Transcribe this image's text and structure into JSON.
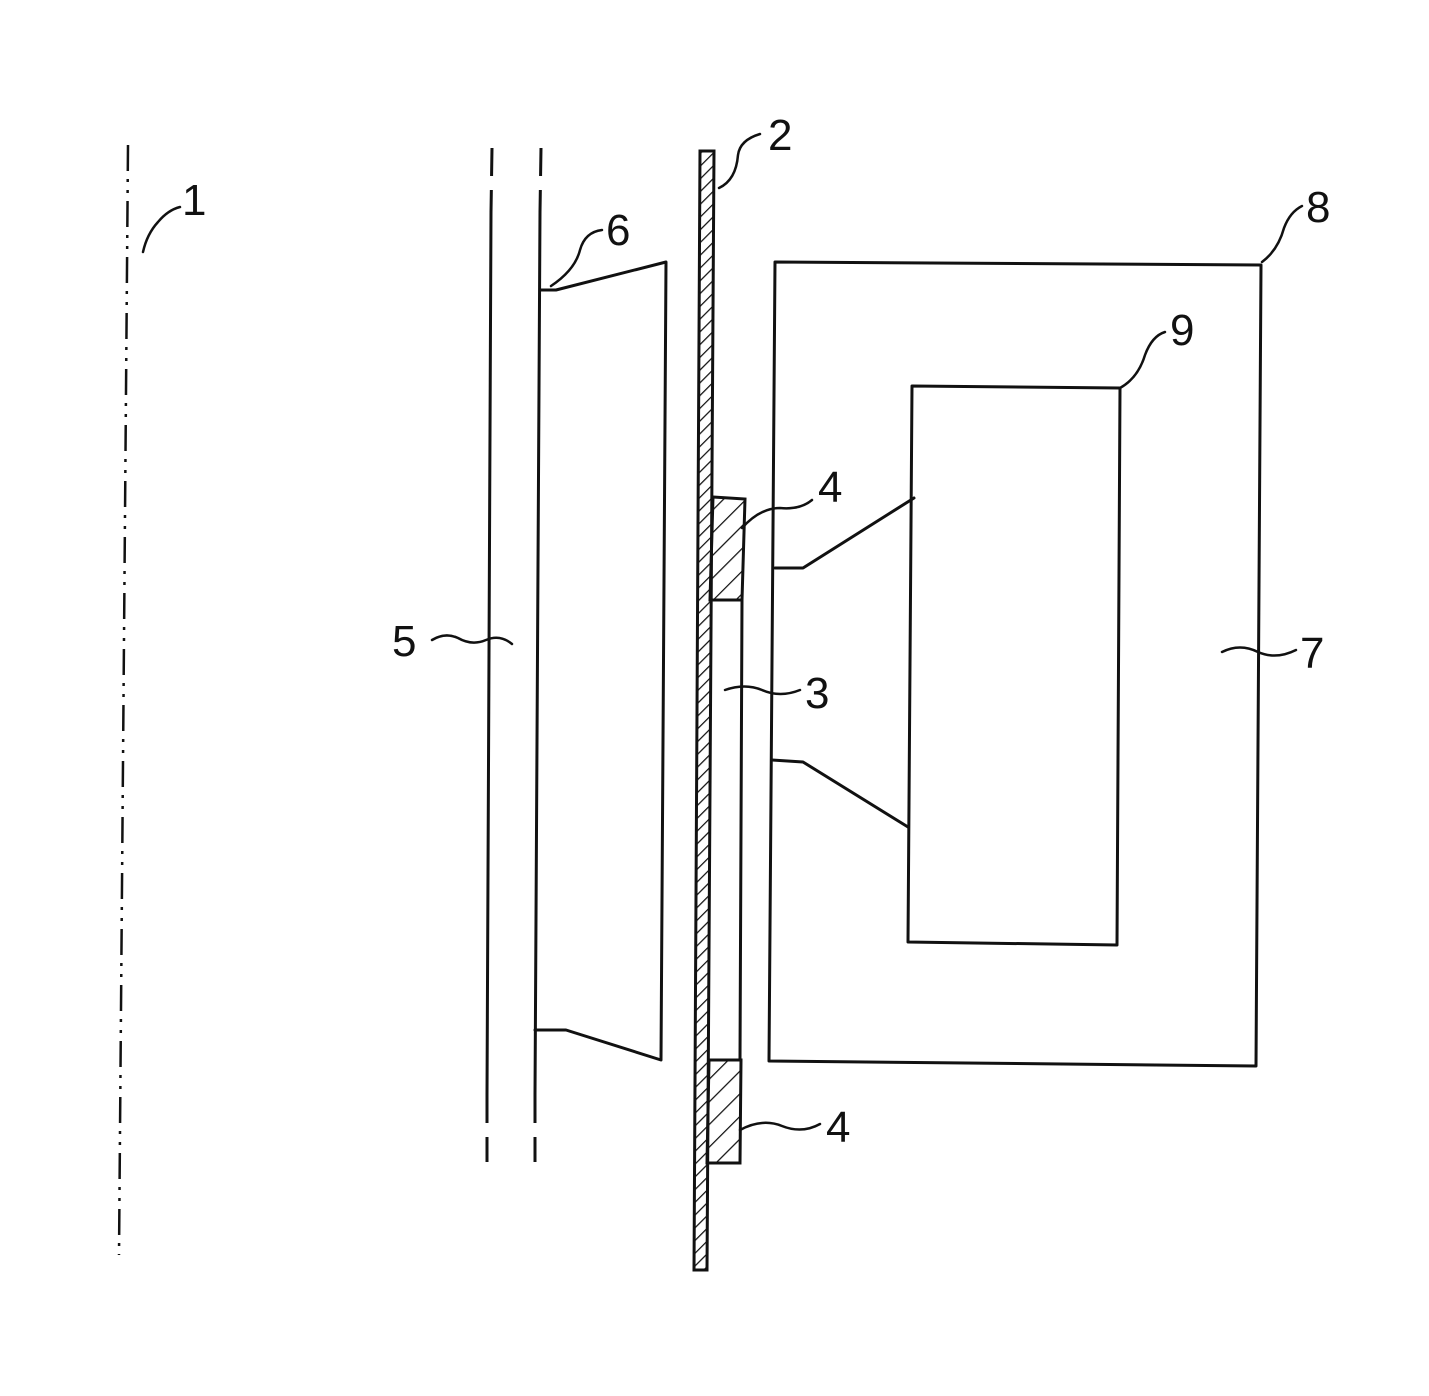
{
  "labels": {
    "axis": "1",
    "strip": "2",
    "gap": "3",
    "clamp_upper": "4",
    "clamp_lower": "4",
    "core_left": "5",
    "core_taper": "6",
    "yoke": "7",
    "yoke_outer": "8",
    "yoke_window": "9"
  }
}
